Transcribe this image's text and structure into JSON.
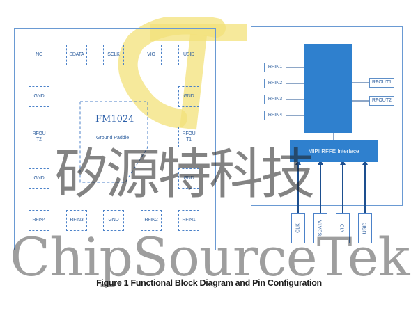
{
  "colors": {
    "outline": "#6a9ad3",
    "block": "#2f80ce",
    "pin_text": "#2d5e9e",
    "watermark_logo": "#f3e27a"
  },
  "package": {
    "row1": [
      "NC",
      "SDATA",
      "SCLK",
      "VIO",
      "USID"
    ],
    "left": [
      {
        "line1": "GND",
        "line2": ""
      },
      {
        "line1": "RFOU",
        "line2": "T2"
      },
      {
        "line1": "GND",
        "line2": ""
      },
      {
        "line1": "RFIN4",
        "line2": ""
      }
    ],
    "right": [
      {
        "line1": "GND",
        "line2": ""
      },
      {
        "line1": "RFOU",
        "line2": "T1"
      },
      {
        "line1": "GND",
        "line2": ""
      },
      {
        "line1": "RFIN1",
        "line2": ""
      }
    ],
    "bottom_inner": [
      "RFIN3",
      "GND",
      "RFIN2"
    ],
    "paddle_label": "FM1024",
    "paddle_sub": "Ground Paddle"
  },
  "block": {
    "inputs": [
      "RFIN1",
      "RFIN2",
      "RFIN3",
      "RFIN4"
    ],
    "outputs": [
      "RFOUT1",
      "RFOUT2"
    ],
    "interface": "MIPI RFFE Interface",
    "controls": [
      "CLK",
      "SDATA",
      "VIO",
      "USID"
    ]
  },
  "watermark": {
    "cn": "矽源特科技",
    "en": "ChipSourceTek"
  },
  "caption": "Figure 1 Functional Block Diagram and Pin Configuration"
}
